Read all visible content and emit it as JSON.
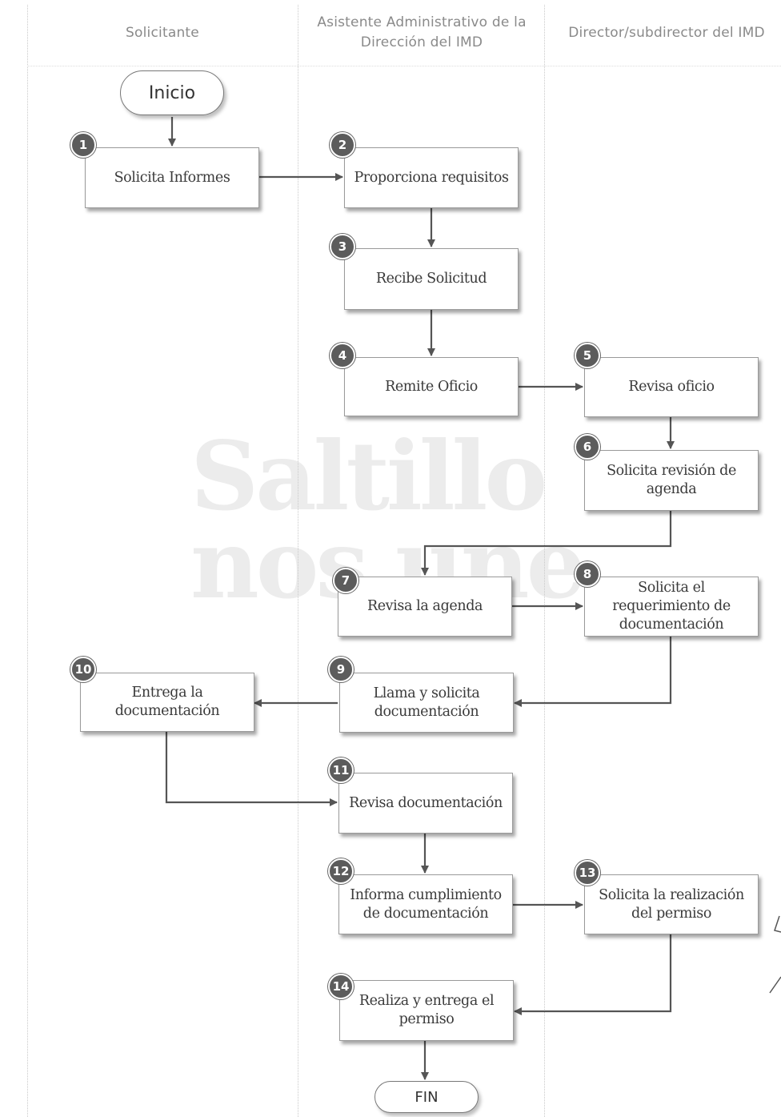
{
  "lanes": [
    {
      "label": "Solicitante"
    },
    {
      "label": "Asistente Administrativo de la Dirección del IMD"
    },
    {
      "label": "Director/subdirector del IMD"
    }
  ],
  "watermark": {
    "line1": "Saltillo",
    "line2": "nos une."
  },
  "start_label": "Inicio",
  "end_label": "FIN",
  "steps": [
    {
      "num": "1",
      "text": "Solicita Informes"
    },
    {
      "num": "2",
      "text": "Proporciona requisitos"
    },
    {
      "num": "3",
      "text": "Recibe Solicitud"
    },
    {
      "num": "4",
      "text": "Remite Oficio"
    },
    {
      "num": "5",
      "text": "Revisa oficio"
    },
    {
      "num": "6",
      "text": "Solicita revisión de agenda"
    },
    {
      "num": "7",
      "text": "Revisa la agenda"
    },
    {
      "num": "8",
      "text": "Solicita el requerimiento de documentación"
    },
    {
      "num": "9",
      "text": "Llama y solicita documentación"
    },
    {
      "num": "10",
      "text": "Entrega la documentación"
    },
    {
      "num": "11",
      "text": "Revisa documentación"
    },
    {
      "num": "12",
      "text": "Informa cumplimiento de documentación"
    },
    {
      "num": "13",
      "text": "Solicita la realización del permiso"
    },
    {
      "num": "14",
      "text": "Realiza y entrega el permiso"
    }
  ],
  "connections": [
    [
      "inicio",
      "1"
    ],
    [
      "1",
      "2"
    ],
    [
      "2",
      "3"
    ],
    [
      "3",
      "4"
    ],
    [
      "4",
      "5"
    ],
    [
      "5",
      "6"
    ],
    [
      "6",
      "7"
    ],
    [
      "7",
      "8"
    ],
    [
      "8",
      "9"
    ],
    [
      "9",
      "10"
    ],
    [
      "10",
      "11"
    ],
    [
      "11",
      "12"
    ],
    [
      "12",
      "13"
    ],
    [
      "13",
      "14"
    ],
    [
      "14",
      "fin"
    ]
  ]
}
